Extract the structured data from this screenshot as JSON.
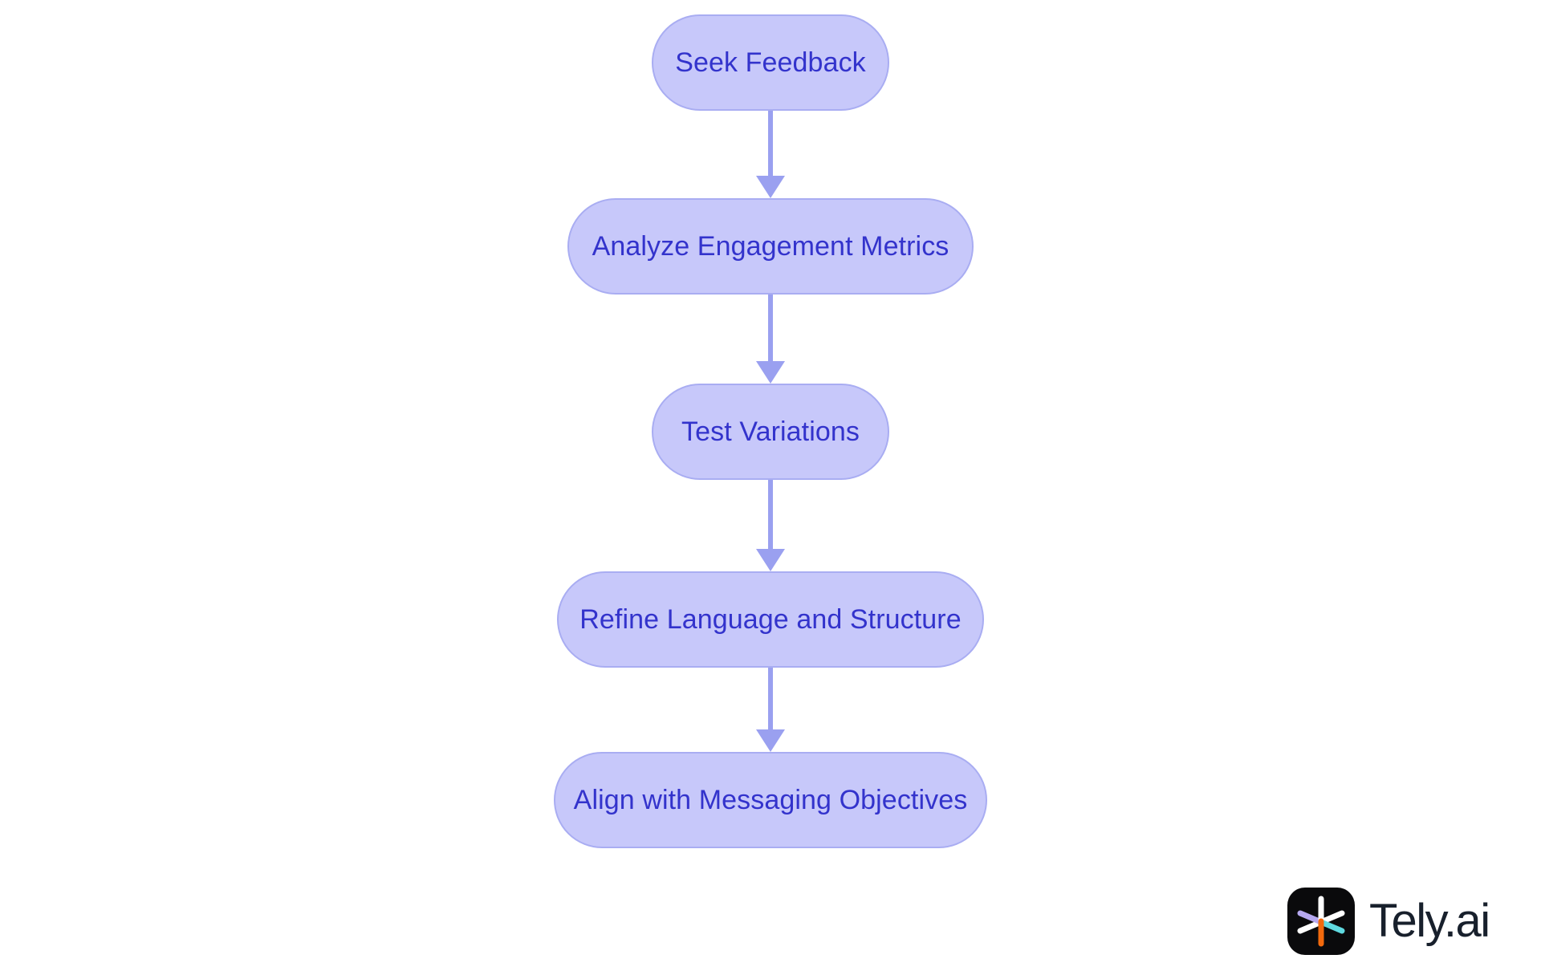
{
  "diagram": {
    "type": "flowchart",
    "orientation": "vertical-top-to-bottom",
    "background_color": "#ffffff",
    "node_fill_color": "#c7c8fa",
    "node_border_color": "#a9adf2",
    "node_text_color": "#3333cc",
    "connector_color": "#9aa0f0",
    "nodes": [
      {
        "id": "n1",
        "label": "Seek Feedback"
      },
      {
        "id": "n2",
        "label": "Analyze Engagement Metrics"
      },
      {
        "id": "n3",
        "label": "Test Variations"
      },
      {
        "id": "n4",
        "label": "Refine Language and Structure"
      },
      {
        "id": "n5",
        "label": "Align with Messaging Objectives"
      }
    ],
    "edges": [
      {
        "from": "n1",
        "to": "n2",
        "arrow": "down"
      },
      {
        "from": "n2",
        "to": "n3",
        "arrow": "down"
      },
      {
        "from": "n3",
        "to": "n4",
        "arrow": "down"
      },
      {
        "from": "n4",
        "to": "n5",
        "arrow": "down"
      }
    ]
  },
  "branding": {
    "wordmark": "Tely.ai",
    "mark_background_color": "#0a0a0c",
    "wordmark_color": "#18202c",
    "spoke_colors": {
      "vertical_top": "#ffffff",
      "vertical_bottom": "#f2690d",
      "diagonal_upper_left": "#b6a8f0",
      "diagonal_lower_right": "#5fd9e0",
      "diagonal_lower_left": "#ffffff",
      "diagonal_upper_right": "#ffffff"
    }
  }
}
